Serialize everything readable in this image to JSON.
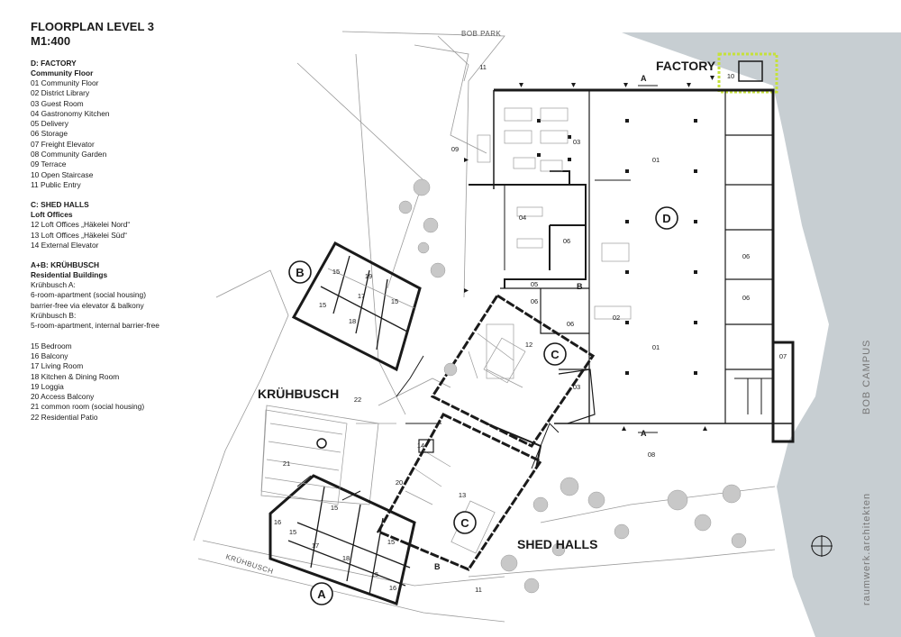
{
  "header": {
    "title": "FLOORPLAN LEVEL 3",
    "scale": "M1:400"
  },
  "sections": [
    {
      "heading": "D: FACTORY",
      "subheading": "Community Floor",
      "items": [
        "01 Community Floor",
        "02 District Library",
        "03 Guest Room",
        "04 Gastronomy Kitchen",
        "05 Delivery",
        "06 Storage",
        "07 Freight Elevator",
        "08 Community Garden",
        "09 Terrace",
        "10 Open Staircase",
        "11 Public Entry"
      ]
    },
    {
      "heading": "C: SHED HALLS",
      "subheading": "Loft Offices",
      "items": [
        "12 Loft Offices „Häkelei Nord“",
        "13 Loft Offices „Häkelei Süd“",
        "14 External Elevator"
      ]
    },
    {
      "heading": "A+B: KRÜHBUSCH",
      "subheading": "Residential Buildings",
      "items": [
        "Krühbusch A:",
        "6-room-apartment (social housing)",
        "barrier-free via elevator & balkony",
        "Krühbusch B:",
        "5-room-apartment, internal barrier-free"
      ]
    },
    {
      "heading": "",
      "subheading": "",
      "items": [
        "15 Bedroom",
        "16 Balcony",
        "17 Living Room",
        "18 Kitchen & Dining Room",
        "19 Loggia",
        "20 Access Balcony",
        "21 common room (social housing)",
        "22 Residential Patio"
      ]
    }
  ],
  "plan": {
    "big_labels": {
      "factory": "FACTORY",
      "kruhbusch": "KRÜHBUSCH",
      "shed_halls": "SHED HALLS"
    },
    "place_labels": {
      "bob_park": "BOB PARK",
      "street": "KRÜHBUSCH"
    },
    "markers": {
      "d": "D",
      "c1": "C",
      "c2": "C",
      "b": "B",
      "a": "A"
    },
    "section_marks": {
      "a_top": "A",
      "a_bottom": "A",
      "b_mid": "B",
      "b_bottom": "B"
    },
    "room_numbers": {
      "r11a": "11",
      "r10": "10",
      "r09": "09",
      "r03a": "03",
      "r01a": "01",
      "r04": "04",
      "r06a": "06",
      "r05": "05",
      "r06b": "06",
      "r06c": "06",
      "r02": "02",
      "r06d": "06",
      "r06e": "06",
      "r01b": "01",
      "r07": "07",
      "r03b": "03",
      "r12": "12",
      "r14": "14",
      "r08": "08",
      "r13": "13",
      "r20": "20",
      "r22": "22",
      "r21": "21",
      "rB15a": "15",
      "rB19": "19",
      "rB17": "17",
      "rB15b": "15",
      "rB15c": "15",
      "rB18": "18",
      "rA15a": "15",
      "rA16a": "16",
      "rA15b": "15",
      "rA17": "17",
      "rA15c": "15",
      "rA18": "18",
      "rA15d": "15",
      "rA16b": "16",
      "r11b": "11"
    }
  },
  "sidebar": {
    "project": "BOB CAMPUS",
    "office": "raumwerk.architekten"
  },
  "colors": {
    "water": "#c7ced2",
    "highlight": "#c6e13a",
    "wall": "#1a1a1a",
    "line": "#9a9a9a"
  }
}
